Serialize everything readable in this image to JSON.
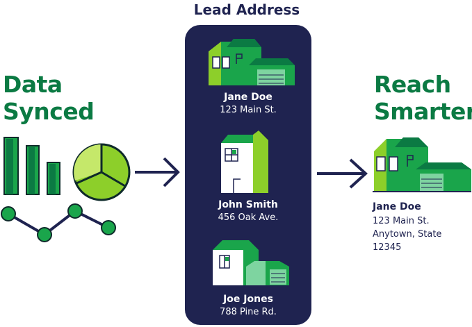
{
  "left": {
    "title_line1": "Data",
    "title_line2": "Synced"
  },
  "center": {
    "title": "Lead Address",
    "cards": [
      {
        "name": "Jane Doe",
        "address": "123 Main St."
      },
      {
        "name": "John Smith",
        "address": "456 Oak Ave."
      },
      {
        "name": "Joe Jones",
        "address": "788 Pine Rd."
      }
    ]
  },
  "right": {
    "title_line1": "Reach",
    "title_line2": "Smarter",
    "name": "Jane Doe",
    "address_lines": [
      "123 Main St.",
      "Anytown, State",
      "12345"
    ]
  },
  "colors": {
    "navy": "#1f2350",
    "dark_green": "#0b7a43",
    "green": "#1aa54b",
    "lime": "#8dcf2a",
    "light_green": "#7ed4a0"
  }
}
